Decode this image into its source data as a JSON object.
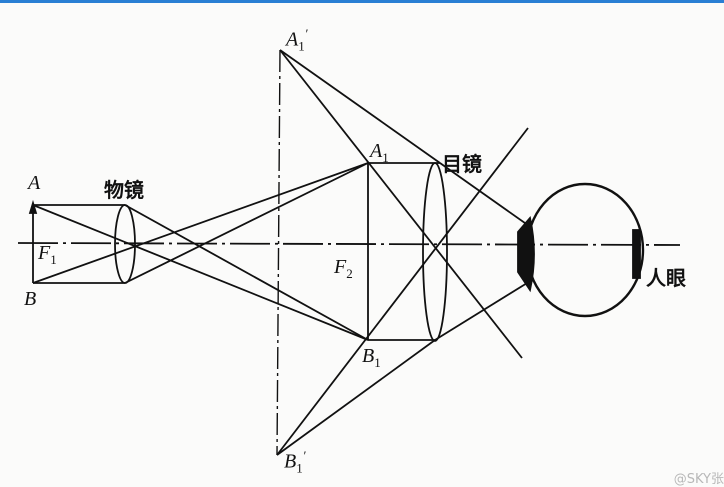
{
  "labels": {
    "A": "A",
    "B": "B",
    "F1": "F",
    "F1_sub": "1",
    "F2": "F",
    "F2_sub": "2",
    "A1": "A",
    "A1_sub": "1",
    "B1": "B",
    "B1_sub": "1",
    "A1p": "A",
    "A1p_sub": "1",
    "A1p_sup": "′",
    "B1p": "B",
    "B1p_sub": "1",
    "B1p_sup": "′",
    "objective": "物镜",
    "eyepiece": "目镜",
    "eye": "人眼"
  },
  "watermark": "@SKY张",
  "colors": {
    "line": "#111111",
    "frame": "#2a7fd4"
  }
}
